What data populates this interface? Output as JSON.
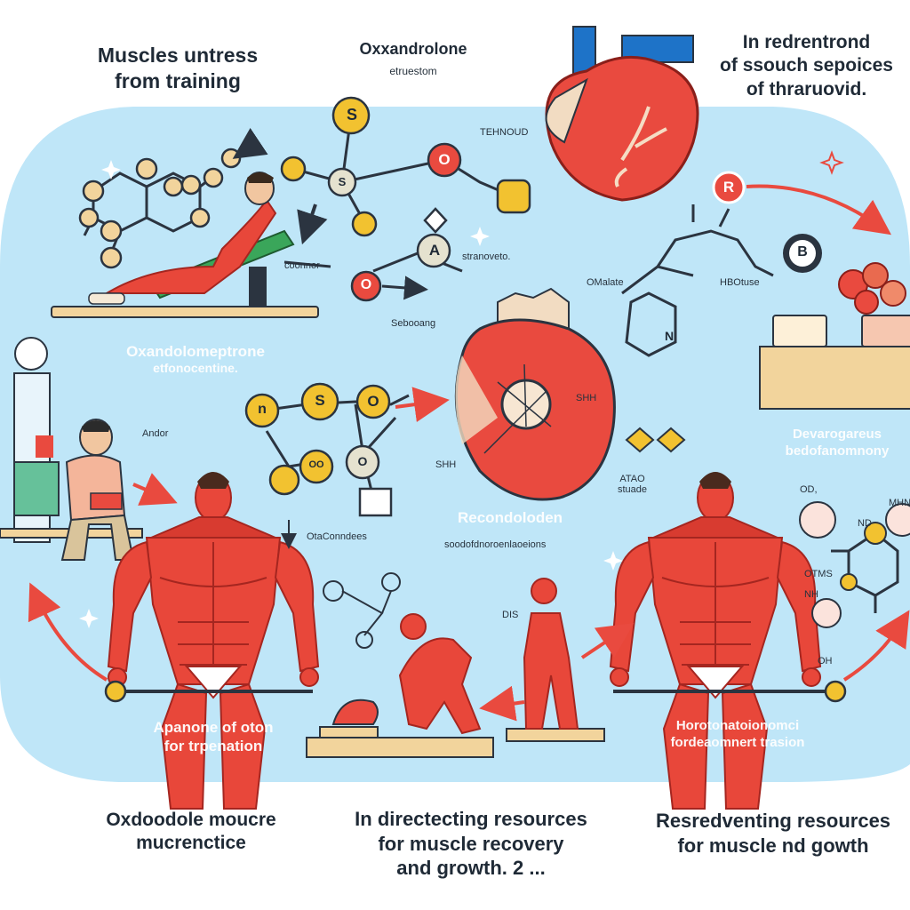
{
  "top": {
    "left_line1": "Muscles untress",
    "left_line2": "from training",
    "center_title": "Oxxandrolone",
    "center_sub": "etruestom",
    "right_line1": "In redrentrond",
    "right_line2": "of ssouch sepoices",
    "right_line3": "of thraruovid."
  },
  "labels": {
    "tehnoud": "TEHNOUD",
    "coonnor": "coonnor",
    "stranoveto": "stranoveto.",
    "sebooang": "Sebooang",
    "omalate": "OMalate",
    "hbotuse": "HBOtuse",
    "oxandolome_line1": "Oxandolomeptrone",
    "oxandolome_line2": "etfonocentine.",
    "andor": "Andor",
    "shh_1": "SHH",
    "shh_2": "SHH",
    "atao_1": "ATAO",
    "atao_2": "stuade",
    "otacondees": "OtaConndees",
    "recondoloden": "Recondoloden",
    "sodofdno": "soodofdnoroenlaoeions",
    "devarogares_1": "Devarogareus",
    "devarogares_2": "bedofanomnony",
    "od": "OD,",
    "nd": "ND",
    "mhn": "MHN",
    "otms": "OTMS",
    "nh": "NH",
    "oh": "OH",
    "dis": "DIS"
  },
  "atoms": {
    "s1": "S",
    "s2": "S",
    "r": "R",
    "a": "A",
    "o1": "O",
    "o2": "O",
    "n_small": "n",
    "s_yel": "S",
    "o_yel": "O",
    "oo": "OO",
    "n_ring": "N",
    "b": "B",
    "o_gauge": "O"
  },
  "bottom_band": {
    "left_line1": "Apanone of oton",
    "left_line2": "for trpenation",
    "right_line1": "Horotonatoionomci",
    "right_line2": "fordeaomnert trasion"
  },
  "footer": {
    "left_line1": "Oxdoodole moucre",
    "left_line2": "mucrenctice",
    "center_line1": "In directecting resources",
    "center_line2": "for muscle recovery",
    "center_line3": "and growth. 2 ...",
    "right_line1": "Resredventing resources",
    "right_line2": "for muscle nd gowth"
  },
  "colors": {
    "band": "#bfe6f8",
    "muscle": "#e8473a",
    "muscle_dark": "#c2302a",
    "atom_yellow": "#f2c230",
    "atom_red": "#e94a3f",
    "arrow": "#e94a3f",
    "heart_blue": "#1e73c8",
    "base": "#f2d49c"
  }
}
